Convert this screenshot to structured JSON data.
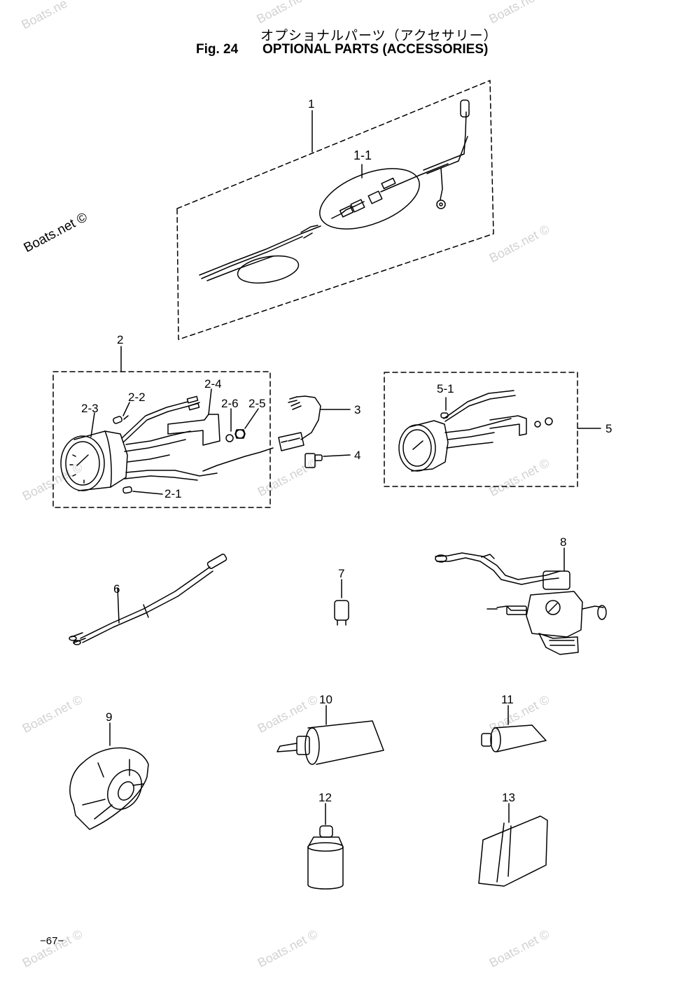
{
  "header": {
    "title_jp": "オプショナルパーツ（アクセサリー）",
    "fig_label": "Fig. 24",
    "title_en": "OPTIONAL PARTS (ACCESSORIES)"
  },
  "labels": {
    "p1": "1",
    "p1_1": "1-1",
    "p2": "2",
    "p2_1": "2-1",
    "p2_2": "2-2",
    "p2_3": "2-3",
    "p2_4": "2-4",
    "p2_5": "2-5",
    "p2_6": "2-6",
    "p3": "3",
    "p4": "4",
    "p5": "5",
    "p5_1": "5-1",
    "p6": "6",
    "p7": "7",
    "p8": "8",
    "p9": "9",
    "p10": "10",
    "p11": "11",
    "p12": "12",
    "p13": "13"
  },
  "watermark": {
    "main": "Boats.net ©",
    "faint": "Boats.net ©",
    "faint_cut": "Boats.ne"
  },
  "page_number": "−67−"
}
